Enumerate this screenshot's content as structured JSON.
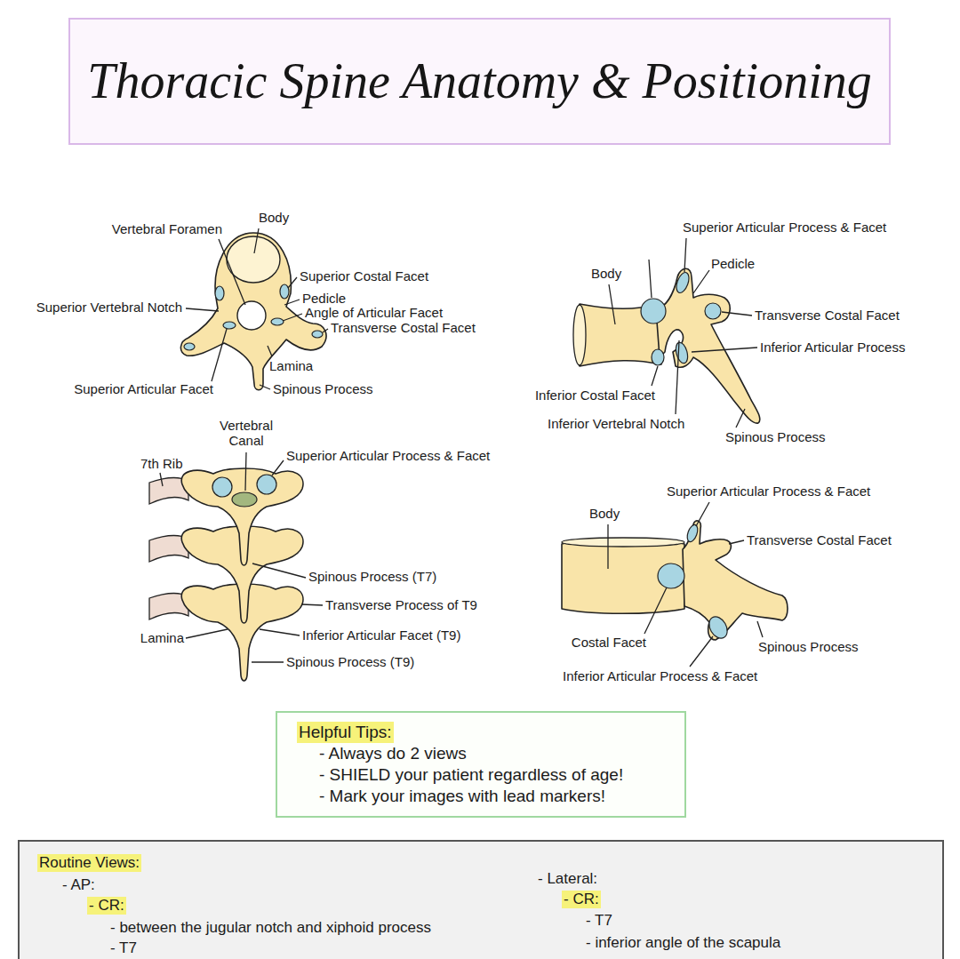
{
  "diagram": {
    "title": "Thoracic Spine Anatomy & Positioning",
    "nodes": [
      {
        "text": [
          "Helpful Tips:",
          "- Always do 2 views",
          "- SHIELD your patient regardless of age!",
          "- Mark your images with lead markers!"
        ]
      },
      {
        "text": [
          "Routine Views:",
          "- AP:",
          "- CR:",
          "- between the jugular notch and xiphoid process",
          "- T7",
          "- Lateral:",
          "- CR:",
          "- T7",
          "- inferior angle of the scapula"
        ]
      }
    ],
    "labels": [
      "Vertebral Foramen",
      "Body",
      "Superior Costal Facet",
      "Pedicle",
      "Superior Vertebral Notch",
      "Angle of Articular Facet",
      "Transverse Costal Facet",
      "Lamina",
      "Superior Articular Facet",
      "Spinous Process",
      "Superior Articular Process & Facet",
      "Pedicle",
      "Body",
      "Transverse Costal Facet",
      "Inferior Articular Process",
      "Inferior Costal Facet",
      "Inferior Vertebral Notch",
      "Spinous Process",
      "Vertebral Canal",
      "Superior Articular Process & Facet",
      "7th Rib",
      "Spinous Process (T7)",
      "Transverse Process of T9",
      "Lamina",
      "Inferior Articular Facet (T9)",
      "Spinous Process (T9)",
      "Superior Articular Process & Facet",
      "Body",
      "Transverse Costal Facet",
      "Costal Facet",
      "Spinous Process",
      "Inferior Articular Process & Facet"
    ]
  }
}
